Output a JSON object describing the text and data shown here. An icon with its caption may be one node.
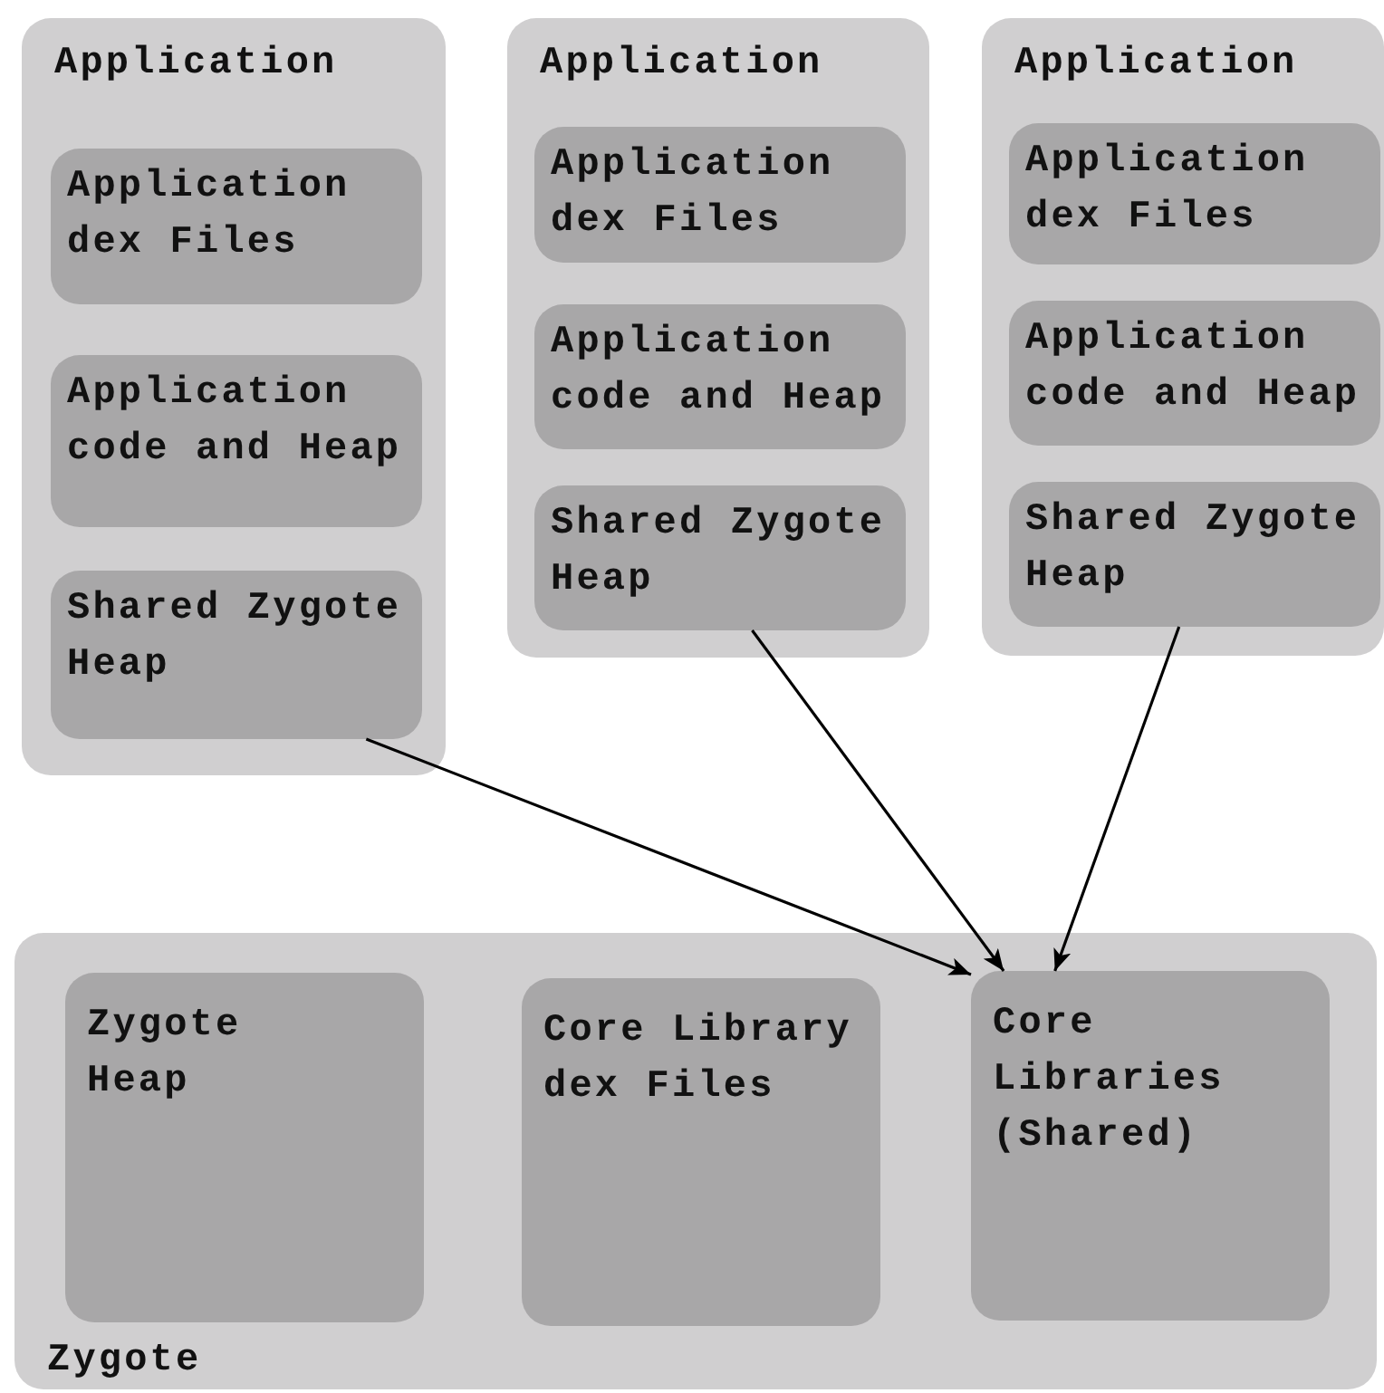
{
  "diagram": {
    "nodes": [
      {
        "text": [
          "Application"
        ]
      },
      {
        "text": [
          "Application dex Files"
        ],
        "in": 0
      },
      {
        "text": [
          "Application code and Heap"
        ],
        "in": 0
      },
      {
        "text": [
          "Shared Zygote Heap"
        ],
        "in": 0
      },
      {
        "text": [
          "Application"
        ]
      },
      {
        "text": [
          "Application dex Files"
        ],
        "in": 4
      },
      {
        "text": [
          "Application code and Heap"
        ],
        "in": 4
      },
      {
        "text": [
          "Shared Zygote Heap"
        ],
        "in": 4
      },
      {
        "text": [
          "Application"
        ]
      },
      {
        "text": [
          "Application dex Files"
        ],
        "in": 8
      },
      {
        "text": [
          "Application code and Heap"
        ],
        "in": 8
      },
      {
        "text": [
          "Shared Zygote Heap"
        ],
        "in": 8
      },
      {
        "text": [
          "Zygote"
        ]
      },
      {
        "text": [
          "Zygote Heap"
        ],
        "in": 12
      },
      {
        "text": [
          "Core Library dex Files"
        ],
        "in": 12
      },
      {
        "text": [
          "Core Libraries (Shared)"
        ],
        "in": 12
      }
    ],
    "edges": [
      {
        "from": 3,
        "to": 15,
        "arrow": "to"
      },
      {
        "from": 7,
        "to": 15,
        "arrow": "to"
      },
      {
        "from": 11,
        "to": 15,
        "arrow": "to"
      }
    ]
  }
}
